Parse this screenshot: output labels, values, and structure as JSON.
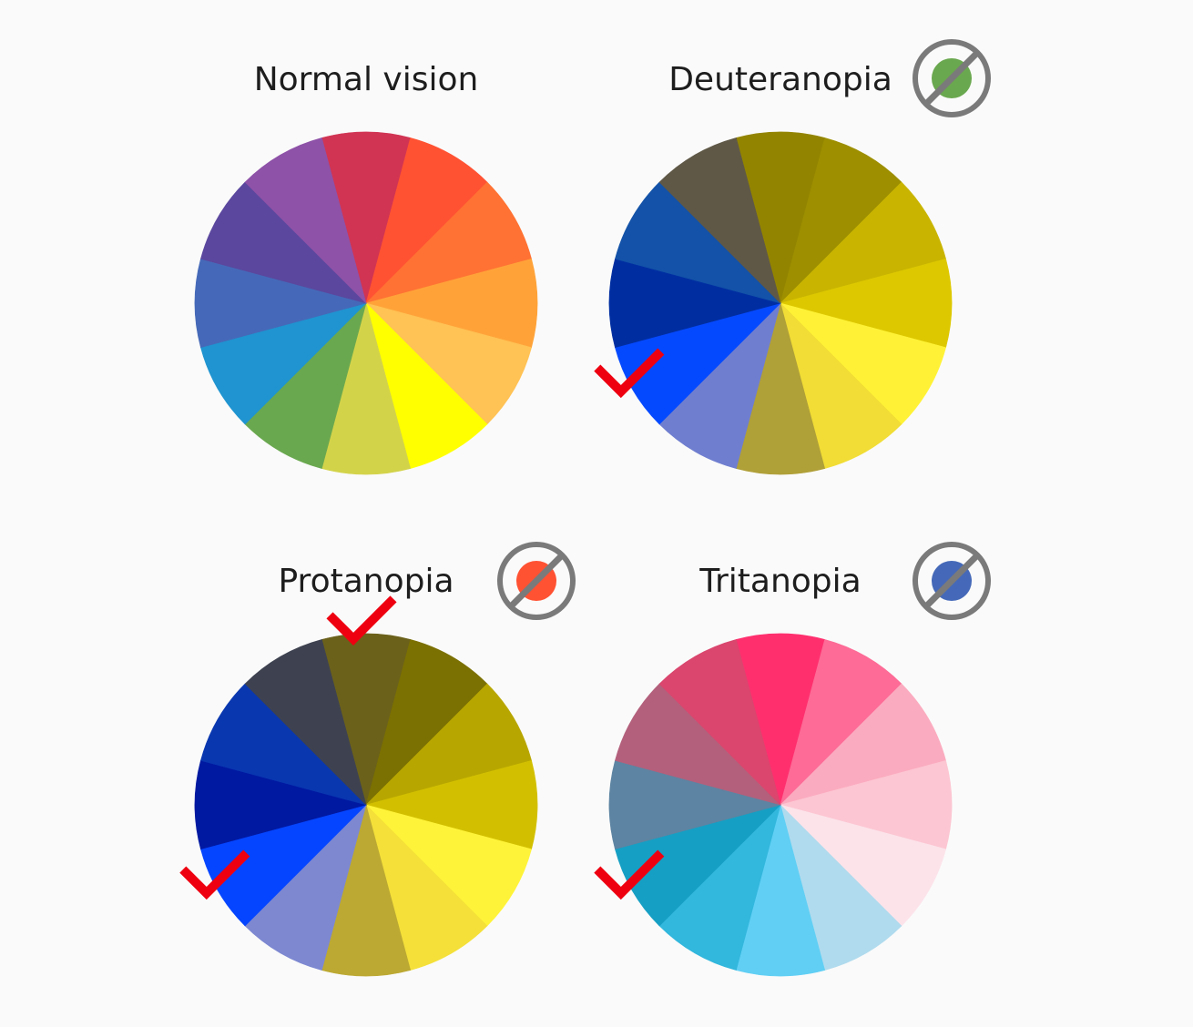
{
  "panels": [
    {
      "id": "normal",
      "title": "Normal vision",
      "slice_colors": [
        "#d13453",
        "#ff5233",
        "#ff7233",
        "#ffa339",
        "#ffc254",
        "#ffff00",
        "#d3d34a",
        "#6aa84f",
        "#1f94d0",
        "#4569b8",
        "#5b479e",
        "#8e52a8"
      ],
      "status_icon": null,
      "checks": []
    },
    {
      "id": "deuteranopia",
      "title": "Deuteranopia",
      "slice_colors": [
        "#938400",
        "#9d8f00",
        "#c9b500",
        "#ddc800",
        "#fff236",
        "#f1dd35",
        "#b0a038",
        "#6f7ecf",
        "#0549ff",
        "#002ea1",
        "#1352a8",
        "#5f5847"
      ],
      "status_icon": {
        "name": "no-green-icon",
        "dot_color": "#6aa84f"
      },
      "checks": [
        {
          "at_slice": 8
        }
      ]
    },
    {
      "id": "protanopia",
      "title": "Protanopia",
      "slice_colors": [
        "#6b611b",
        "#7b7002",
        "#b8a600",
        "#d2c000",
        "#fff339",
        "#f4e039",
        "#bca933",
        "#7d88d1",
        "#0545ff",
        "#0019a1",
        "#0937b0",
        "#3e4250"
      ],
      "status_icon": {
        "name": "no-red-icon",
        "dot_color": "#ff5233"
      },
      "checks": [
        {
          "at_slice": 0
        },
        {
          "at_slice": 8
        }
      ]
    },
    {
      "id": "tritanopia",
      "title": "Tritanopia",
      "slice_colors": [
        "#ff2f6e",
        "#fd6b96",
        "#fbabbf",
        "#fcc6d2",
        "#fce3ea",
        "#b0dbee",
        "#61cff4",
        "#32b7dd",
        "#169fc4",
        "#5d84a2",
        "#b3607c",
        "#da466e"
      ],
      "status_icon": {
        "name": "no-blue-icon",
        "dot_color": "#4569b8"
      },
      "checks": [
        {
          "at_slice": 8
        }
      ]
    }
  ],
  "colors": {
    "check": "#ee0010",
    "icon_ring": "#7a7a7a",
    "background": "#fafafa"
  }
}
